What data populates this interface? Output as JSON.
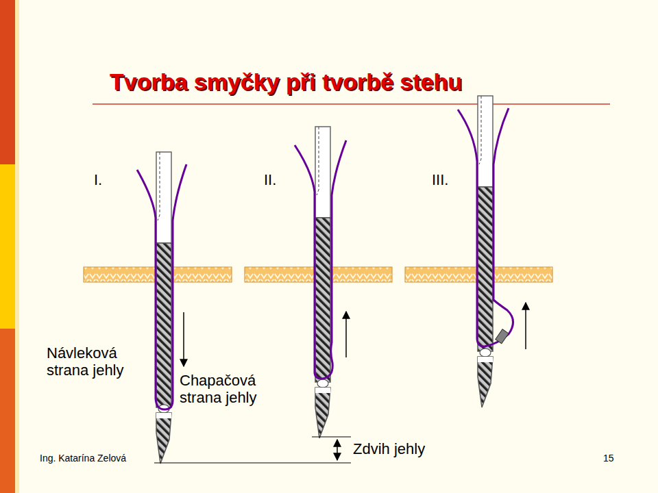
{
  "diagram": {
    "title": "Tvorba smyčky při tvorbě stehu",
    "labels": [
      "I.",
      "II.",
      "III.",
      "Návleková strana jehly",
      "Chapačová strana jehly",
      "Zdvih jehly",
      "Ing. Katarína Zelová",
      "15"
    ]
  }
}
